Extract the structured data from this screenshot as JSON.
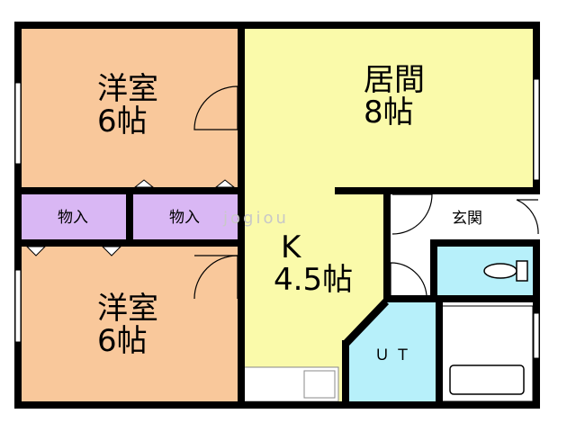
{
  "rooms": {
    "western_top": {
      "name": "洋室",
      "size": "6帖"
    },
    "western_bottom": {
      "name": "洋室",
      "size": "6帖"
    },
    "living": {
      "name": "居間",
      "size": "8帖"
    },
    "kitchen": {
      "name": "K",
      "size": "4.5帖"
    },
    "closet_left": {
      "name": "物入"
    },
    "closet_right": {
      "name": "物入"
    },
    "entrance": {
      "name": "玄関"
    },
    "utility": {
      "name": "ＵＴ"
    }
  },
  "watermark": "jogiou",
  "colors": {
    "western": "#f9c89b",
    "living": "#fafaaa",
    "closet": "#d9b7f4",
    "utility": "#b7f0fa",
    "wall": "#000000"
  }
}
